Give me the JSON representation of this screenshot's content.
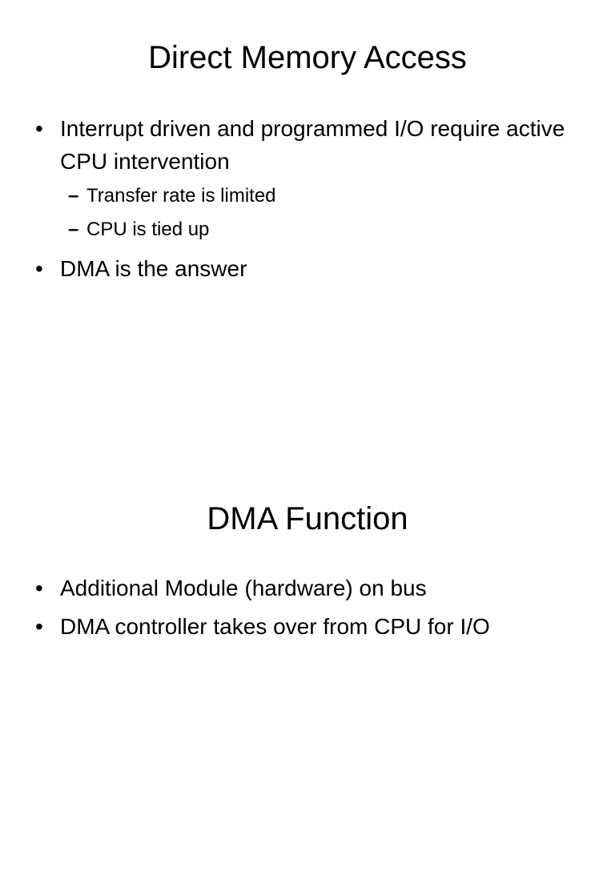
{
  "slides": [
    {
      "title": "Direct Memory Access",
      "bullets": [
        {
          "marker": "•",
          "text": "Interrupt driven and programmed I/O require active CPU intervention",
          "sub": [
            {
              "marker": "–",
              "text": "Transfer rate is limited"
            },
            {
              "marker": "–",
              "text": "CPU is tied up"
            }
          ]
        },
        {
          "marker": "•",
          "text": "DMA is the answer"
        }
      ]
    },
    {
      "title": "DMA Function",
      "bullets": [
        {
          "marker": "•",
          "text": "Additional Module (hardware) on bus"
        },
        {
          "marker": "•",
          "text": "DMA controller takes over from CPU for I/O"
        }
      ]
    }
  ]
}
